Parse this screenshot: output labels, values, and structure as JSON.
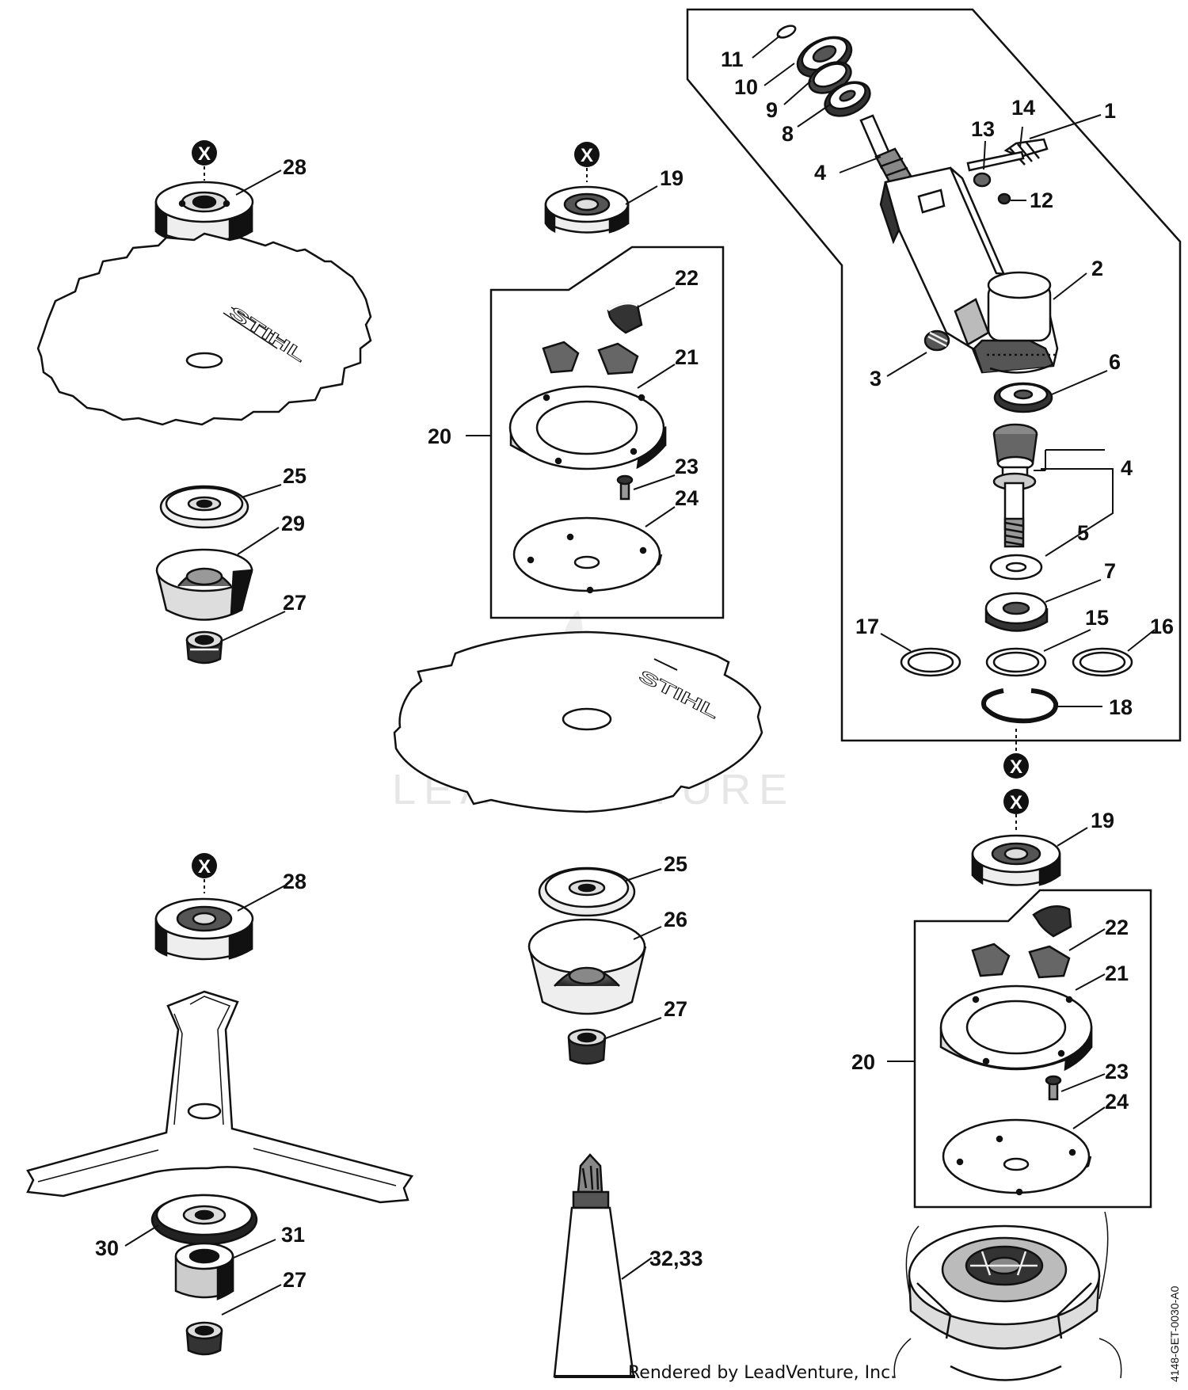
{
  "callouts": {
    "c1": "1",
    "c2": "2",
    "c3": "3",
    "c4a": "4",
    "c4b": "4",
    "c5": "5",
    "c6": "6",
    "c7": "7",
    "c8": "8",
    "c9": "9",
    "c10": "10",
    "c11": "11",
    "c12": "12",
    "c13": "13",
    "c14": "14",
    "c15": "15",
    "c16": "16",
    "c17": "17",
    "c18": "18",
    "c19a": "19",
    "c19b": "19",
    "c20a": "20",
    "c20b": "20",
    "c21a": "21",
    "c21b": "21",
    "c22a": "22",
    "c22b": "22",
    "c23a": "23",
    "c23b": "23",
    "c24a": "24",
    "c24b": "24",
    "c25a": "25",
    "c25b": "25",
    "c26": "26",
    "c27a": "27",
    "c27b": "27",
    "c27c": "27",
    "c28a": "28",
    "c28b": "28",
    "c29": "29",
    "c30": "30",
    "c31": "31",
    "c32": "32,33"
  },
  "x_marker": "X",
  "blade_brand": "STIHL",
  "watermark": "LEADVENTURE",
  "credit": "Rendered by LeadVenture, Inc.",
  "doc_id": "4148-GET-0030-A0"
}
